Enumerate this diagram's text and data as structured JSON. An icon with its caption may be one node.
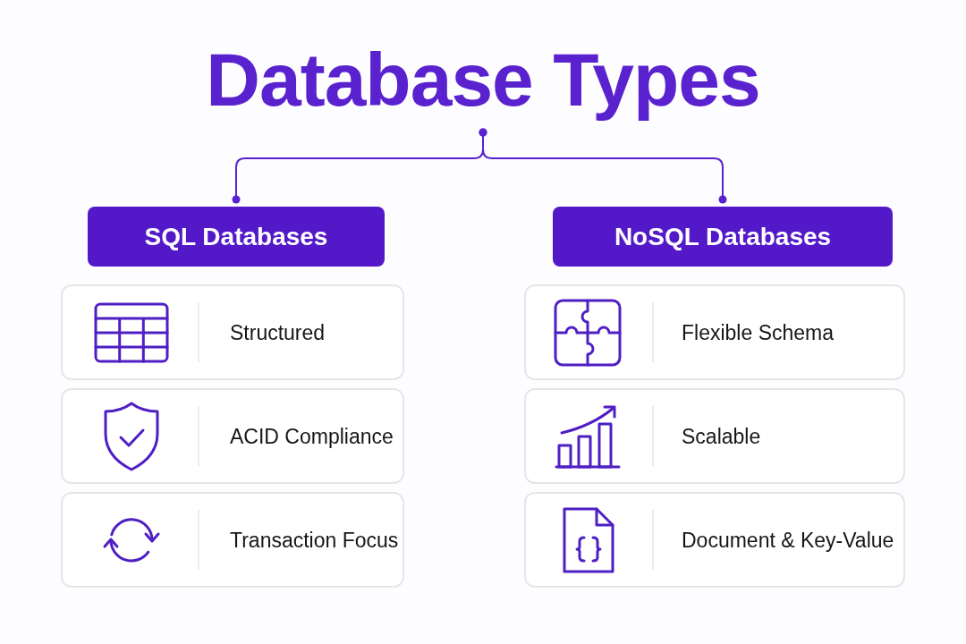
{
  "diagram": {
    "nodes": [
      {
        "text": [
          "Database Types"
        ]
      },
      {
        "text": [
          "SQL Databases"
        ]
      },
      {
        "text": [
          "NoSQL Databases"
        ]
      },
      {
        "text": [
          "Structured"
        ]
      },
      {
        "text": [
          "ACID Compliance"
        ]
      },
      {
        "text": [
          "Transaction Focus"
        ]
      },
      {
        "text": [
          "Flexible Schema"
        ]
      },
      {
        "text": [
          "Scalable"
        ]
      },
      {
        "text": [
          "Document & Key-Value"
        ]
      }
    ],
    "edges": [
      {
        "from": 0,
        "to": 1,
        "arrow": "other"
      },
      {
        "from": 0,
        "to": 2,
        "arrow": "other"
      }
    ]
  }
}
